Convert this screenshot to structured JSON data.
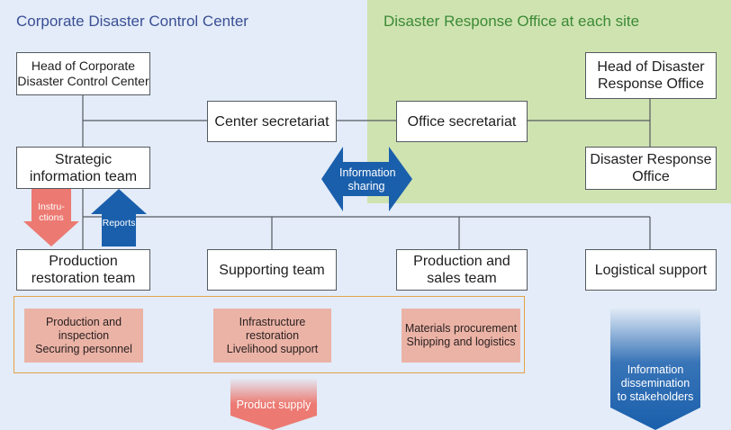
{
  "headings": {
    "left": "Corporate Disaster Control Center",
    "right": "Disaster Response Office at each site"
  },
  "boxes": {
    "head_corporate": "Head of Corporate\nDisaster Control Center",
    "center_secretariat": "Center secretariat",
    "office_secretariat": "Office secretariat",
    "head_response_office": "Head of Disaster\nResponse Office",
    "response_office": "Disaster Response\nOffice",
    "strategic_team": "Strategic\ninformation team",
    "production_restoration": "Production\nrestoration team",
    "supporting_team": "Supporting team",
    "production_sales": "Production and\nsales team",
    "logistical_support": "Logistical support"
  },
  "subtasks": {
    "production": "Production and\ninspection\nSecuring personnel",
    "infrastructure": "Infrastructure\nrestoration\nLivelihood support",
    "materials": "Materials procurement\nShipping and logistics"
  },
  "arrows": {
    "instructions": "Instru-\nctions",
    "reports": "Reports",
    "information_sharing": "Information\nsharing",
    "product_supply": "Product supply",
    "information_dissemination": "Information\ndissemination\nto stakeholders"
  },
  "colors": {
    "navy_text": "#3a4f95",
    "green_text": "#3c8a36",
    "blue_arrow": "#1a5fac",
    "red_arrow": "#ec7a72",
    "subtask_fill": "#ebb3a6",
    "frame_orange": "#e4a24a"
  }
}
